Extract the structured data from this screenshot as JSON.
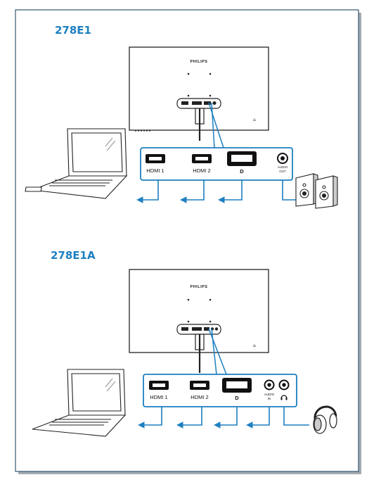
{
  "sections": [
    {
      "model": "278E1",
      "brand": "PHILIPS",
      "ports": {
        "hdmi1": "HDMI 1",
        "hdmi2": "HDMI 2",
        "dp_symbol": "D",
        "audio_out_line1": "AUDIO",
        "audio_out_line2": "OUT"
      }
    },
    {
      "model": "278E1A",
      "brand": "PHILIPS",
      "ports": {
        "hdmi1": "HDMI 1",
        "hdmi2": "HDMI 2",
        "dp_symbol": "D",
        "audio_in_line1": "AUDIO",
        "audio_in_line2": "IN"
      }
    }
  ],
  "colors": {
    "accent": "#1d7fc1",
    "frame_border": "#3a5f7a",
    "frame_shadow": "#9fa8b0",
    "line": "#1a1a1a"
  },
  "icons": [
    "laptop-icon",
    "speakers-icon",
    "headphones-icon",
    "hdmi-port-icon",
    "displayport-icon",
    "audio-jack-icon",
    "arrow-left-icon"
  ]
}
